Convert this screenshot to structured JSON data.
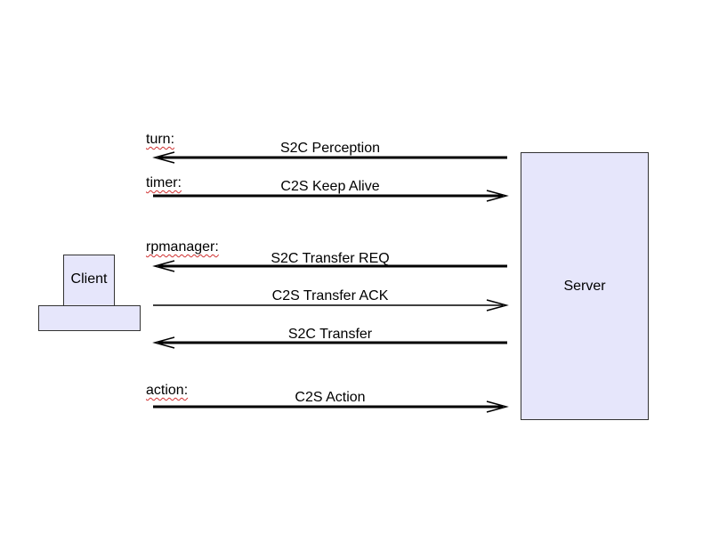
{
  "client": {
    "label": "Client"
  },
  "server": {
    "label": "Server"
  },
  "components": [
    {
      "name": "turn:"
    },
    {
      "name": "timer:"
    },
    {
      "name": "rpmanager:"
    },
    {
      "name": "action:"
    }
  ],
  "messages": [
    {
      "label": "S2C Perception",
      "direction": "server-to-client"
    },
    {
      "label": "C2S Keep Alive",
      "direction": "client-to-server"
    },
    {
      "label": "S2C Transfer REQ",
      "direction": "server-to-client"
    },
    {
      "label": "C2S Transfer ACK",
      "direction": "client-to-server"
    },
    {
      "label": "S2C Transfer",
      "direction": "server-to-client"
    },
    {
      "label": "C2S Action",
      "direction": "client-to-server"
    }
  ],
  "colors": {
    "box_fill": "#e6e6fb",
    "line": "#000000",
    "spellcheck": "#d03030"
  }
}
